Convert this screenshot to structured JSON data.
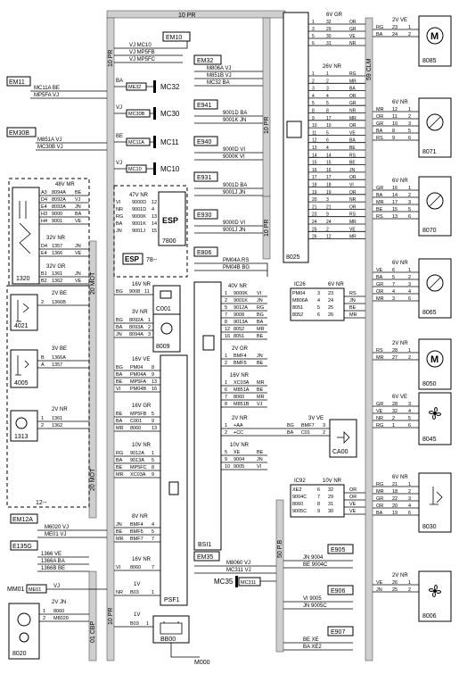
{
  "buses": {
    "top": "10 PR",
    "left_upper": "10 PR",
    "left_mid": "20 MOT",
    "left_low": "20 MOT",
    "left_bottom": "10 PR",
    "mid_right1": "10 PR",
    "mid_right2": "10 PR",
    "right": "59 CLM"
  },
  "connectors": {
    "em10": {
      "id": "EM10",
      "wires": [
        "VJ  MC10",
        "VJ  MP5FB",
        "VJ  MP5FC"
      ]
    },
    "em32": {
      "id": "EM32",
      "wires": [
        "M806A VJ",
        "M851B VJ",
        "MC32 BA"
      ]
    },
    "em11": {
      "id": "EM11",
      "wires": [
        "MC11A BE",
        "MP5FA VJ"
      ]
    },
    "e941": {
      "id": "E941",
      "wires": [
        "9001D BA",
        "9001K JN"
      ]
    },
    "e940": {
      "id": "E940",
      "wires": [
        "9000D VI",
        "9000K VI"
      ]
    },
    "em30b": {
      "id": "EM30B",
      "wires": [
        "M851A VJ",
        "MC30B VJ"
      ]
    },
    "e931": {
      "id": "E931",
      "wires": [
        "9001D BA",
        "9001J JN"
      ]
    },
    "e930": {
      "id": "E930",
      "wires": [
        "9000D VI",
        "9001J JN"
      ]
    },
    "e806": {
      "id": "E806",
      "wires": [
        "PM04A RS",
        "PM04B BG"
      ]
    },
    "em12a": {
      "id": "EM12A",
      "wires": [
        "M6020 VJ",
        "ME01 VJ"
      ]
    },
    "e135g": {
      "id": "E135G",
      "wires": [
        "1366  VE",
        "1366A BA",
        "1366B BE"
      ]
    },
    "em35": {
      "id": "EM35",
      "wires": [
        "M8060 VJ",
        "MC311 VJ"
      ]
    },
    "e905": {
      "id": "E905",
      "wires": [
        "JN   9004",
        "BE   9004C"
      ]
    },
    "e906": {
      "id": "E906",
      "wires": [
        "VI   9005",
        "JN   9005C"
      ]
    },
    "e907": {
      "id": "E907",
      "wires": [
        "BE   XE",
        "BA   XE2"
      ]
    }
  },
  "splices": {
    "mc32": {
      "tag": "ME32",
      "label": "MC32",
      "wire": "BA"
    },
    "mc30": {
      "tag": "MC30B",
      "label": "MC30",
      "wire": "VJ"
    },
    "mc11": {
      "tag": "MC11A",
      "label": "MC11",
      "wire": "BE"
    },
    "mc10": {
      "tag": "MC10",
      "label": "MC10",
      "wire": "VJ"
    },
    "mc35": {
      "tag": "MC311",
      "label": "MC35"
    },
    "mm01": {
      "tag": "ME01",
      "label": "MM01",
      "wire": "VJ"
    },
    "m000": {
      "label": "M000"
    }
  },
  "esp": {
    "code": "7800",
    "header": "47V NR",
    "logo": "ESP",
    "sub_logo": "ESP",
    "sub_code": "78--",
    "pins": [
      {
        "n": "9000D",
        "p": "12",
        "c": "VI"
      },
      {
        "n": "9001D",
        "p": "4",
        "c": "NR"
      },
      {
        "n": "9000K",
        "p": "13",
        "c": "RG"
      },
      {
        "n": "9001K",
        "p": "14",
        "c": "BA"
      },
      {
        "n": "9001J",
        "p": "15",
        "c": "JN"
      }
    ]
  },
  "comp1320": {
    "code": "1320",
    "g1": {
      "header": "48V MR",
      "rows": [
        [
          "A3",
          "8094A",
          "BE"
        ],
        [
          "D4",
          "8092A",
          "VJ"
        ],
        [
          "E4",
          "8093A",
          "JN"
        ],
        [
          "H3",
          "9000",
          "BA"
        ],
        [
          "H4",
          "9001",
          "VE"
        ]
      ]
    },
    "g2": {
      "header": "32V NR",
      "rows": [
        [
          "D4",
          "1357",
          "JN"
        ],
        [
          "E4",
          "1366",
          "VE"
        ]
      ]
    },
    "g3": {
      "header": "32V GR",
      "rows": [
        [
          "B1",
          "1361",
          "JN"
        ],
        [
          "B2",
          "1362",
          "VE"
        ]
      ]
    }
  },
  "c001": {
    "code": "C001",
    "header": "16V NR",
    "rows": [
      [
        "BG",
        "9008",
        "11"
      ]
    ]
  },
  "c4021": {
    "code": "4021",
    "header": "2V BE",
    "rows": [
      [
        "",
        "1366B",
        "2"
      ]
    ]
  },
  "c8009": {
    "code": "8009",
    "header": "3V NR",
    "rows": [
      [
        "BG",
        "8092A",
        "1"
      ],
      [
        "BA",
        "8093A",
        "2"
      ],
      [
        "JN",
        "8094A",
        "3"
      ]
    ]
  },
  "c4005": {
    "code": "4005",
    "header": "3V BE",
    "rows": [
      [
        "",
        "1366A",
        "B"
      ],
      [
        "",
        "1357",
        "A"
      ]
    ]
  },
  "c1313": {
    "code": "1313",
    "header": "2V NR",
    "rows": [
      [
        "",
        "1361",
        "1"
      ],
      [
        "",
        "1362",
        "2"
      ]
    ]
  },
  "area12": "12--",
  "psf1": {
    "code": "PSF1",
    "g1": {
      "header": "16V VE",
      "rows": [
        [
          "BG",
          "PM04",
          "8"
        ],
        [
          "BA",
          "PM04A",
          "9"
        ],
        [
          "BE",
          "MP5FA",
          "13"
        ],
        [
          "VI",
          "PM04B",
          "16"
        ]
      ]
    },
    "g2": {
      "header": "16V GR",
      "rows": [
        [
          "BE",
          "MP5FB",
          "5"
        ],
        [
          "BA",
          "C001",
          "9"
        ],
        [
          "MR",
          "8060",
          "13"
        ]
      ]
    },
    "g3": {
      "header": "10V NR",
      "rows": [
        [
          "RG",
          "9012A",
          "1"
        ],
        [
          "BA",
          "9013A",
          "5"
        ],
        [
          "BE",
          "MP5FC",
          "8"
        ],
        [
          "MR",
          "XC03A",
          "9"
        ]
      ]
    },
    "g4": {
      "header": "8V NR",
      "rows": [
        [
          "JN",
          "BMF4",
          "4"
        ],
        [
          "BE",
          "BMF5",
          "5"
        ],
        [
          "MR",
          "BMF7",
          "7"
        ]
      ]
    },
    "g5": {
      "header": "16V NR",
      "rows": [
        [
          "VI",
          "8060",
          "7"
        ]
      ]
    },
    "g6": {
      "header": "1V",
      "rows": [
        [
          "NR",
          "B03",
          "1"
        ]
      ]
    }
  },
  "bsi1": {
    "code": "BSI1",
    "g1": {
      "header": "40V NR",
      "rows": [
        [
          "1",
          "9000K",
          "VI"
        ],
        [
          "2",
          "9001K",
          "JN"
        ],
        [
          "5",
          "9012A",
          "RG"
        ],
        [
          "7",
          "9008",
          "BG"
        ],
        [
          "8",
          "9013A",
          "BA"
        ],
        [
          "12",
          "8052",
          "MR"
        ],
        [
          "16",
          "8051",
          "BE"
        ]
      ]
    },
    "g2": {
      "header": "2V GR",
      "rows": [
        [
          "1",
          "BMF4",
          "JN"
        ],
        [
          "2",
          "BMF5",
          "BE"
        ]
      ]
    },
    "g3": {
      "header": "16V NR",
      "rows": [
        [
          "1",
          "XC03A",
          "MR"
        ],
        [
          "6",
          "M851A",
          "BE"
        ],
        [
          "7",
          "8060",
          "MR"
        ],
        [
          "8",
          "M851B",
          "VJ"
        ]
      ]
    },
    "g4": {
      "header": "2V NR",
      "rows": [
        [
          "1",
          "+AA",
          ""
        ],
        [
          "2",
          "+CC",
          ""
        ]
      ]
    },
    "g5": {
      "header": "10V NR",
      "rows": [
        [
          "5",
          "XE",
          "BE"
        ],
        [
          "9",
          "9004",
          "JN"
        ],
        [
          "10",
          "9005",
          "VI"
        ]
      ]
    }
  },
  "ic26": {
    "id": "IC26",
    "header": "6V NR",
    "rows": [
      [
        "PM04",
        "3",
        "23",
        "RS"
      ],
      [
        "M806A",
        "4",
        "24",
        "JN"
      ],
      [
        "8051",
        "5",
        "25",
        "BE"
      ],
      [
        "8052",
        "6",
        "26",
        "MR"
      ]
    ]
  },
  "ic92": {
    "id": "IC92",
    "header": "10V NR",
    "rows": [
      [
        "XE2",
        "6",
        "32",
        "OR"
      ],
      [
        "9004C",
        "7",
        "29",
        "OR"
      ],
      [
        "8060",
        "8",
        "31",
        "VE"
      ],
      [
        "9005C",
        "9",
        "30",
        "VE"
      ]
    ]
  },
  "ca00": {
    "code": "CA00",
    "header": "3V VE",
    "rows": [
      [
        "BG",
        "BMF7",
        "3"
      ],
      [
        "BA",
        "C01",
        "2"
      ]
    ]
  },
  "m8025": {
    "code": "8025",
    "g1": {
      "header": "6V GR",
      "rows": [
        [
          "1",
          "32",
          "OR"
        ],
        [
          "3",
          "29",
          "GR"
        ],
        [
          "5",
          "30",
          "VE"
        ],
        [
          "6",
          "31",
          "NR"
        ]
      ]
    },
    "g2": {
      "header": "26V NR",
      "rows": [
        [
          "1",
          "1",
          "RG"
        ],
        [
          "2",
          "2",
          "MR"
        ],
        [
          "3",
          "3",
          "BA"
        ],
        [
          "4",
          "4",
          "OR"
        ],
        [
          "5",
          "5",
          "GR"
        ],
        [
          "8",
          "8",
          "NR"
        ],
        [
          "9",
          "17",
          "MR"
        ],
        [
          "10",
          "10",
          "OR"
        ],
        [
          "11",
          "5",
          "VE"
        ],
        [
          "12",
          "6",
          "BA"
        ],
        [
          "13",
          "4",
          "BE"
        ],
        [
          "14",
          "14",
          "RS"
        ],
        [
          "15",
          "15",
          "BE"
        ],
        [
          "16",
          "16",
          "JN"
        ],
        [
          "17",
          "17",
          "OR"
        ],
        [
          "18",
          "18",
          "VI"
        ],
        [
          "19",
          "19",
          "OR"
        ],
        [
          "20",
          "3",
          "NR"
        ],
        [
          "21",
          "21",
          "OR"
        ],
        [
          "23",
          "9",
          "RS"
        ],
        [
          "24",
          "24",
          "MR"
        ],
        [
          "25",
          "2",
          "VE"
        ],
        [
          "26",
          "12",
          "MR"
        ]
      ]
    }
  },
  "m8085": {
    "code": "8085",
    "header": "2V VE",
    "rows": [
      [
        "RG",
        "23",
        "1"
      ],
      [
        "BA",
        "24",
        "2"
      ]
    ]
  },
  "m8071": {
    "code": "8071",
    "header": "6V NR",
    "rows": [
      [
        "MR",
        "12",
        "1"
      ],
      [
        "OR",
        "11",
        "2"
      ],
      [
        "GR",
        "10",
        "3"
      ],
      [
        "BA",
        "8",
        "5"
      ],
      [
        "RS",
        "9",
        "6"
      ]
    ]
  },
  "m8070": {
    "code": "8070",
    "header": "6V NR",
    "rows": [
      [
        "GR",
        "16",
        "1"
      ],
      [
        "BA",
        "14",
        "2"
      ],
      [
        "MR",
        "17",
        "3"
      ],
      [
        "BE",
        "15",
        "5"
      ],
      [
        "RS",
        "13",
        "6"
      ]
    ]
  },
  "m8065": {
    "code": "8065",
    "header": "6V NR",
    "rows": [
      [
        "VE",
        "6",
        "1"
      ],
      [
        "BA",
        "5",
        "2"
      ],
      [
        "GR",
        "7",
        "3"
      ],
      [
        "OR",
        "4",
        "4"
      ],
      [
        "MR",
        "3",
        "6"
      ]
    ]
  },
  "m8050": {
    "code": "8050",
    "header": "2V NR",
    "rows": [
      [
        "RS",
        "28",
        "1"
      ],
      [
        "MR",
        "27",
        "2"
      ]
    ]
  },
  "m8045": {
    "code": "8045",
    "header": "6V VE",
    "rows": [
      [
        "GR",
        "28",
        "3"
      ],
      [
        "VE",
        "32",
        "4"
      ],
      [
        "NR",
        "2",
        "5"
      ],
      [
        "RG",
        "1",
        "6"
      ]
    ]
  },
  "m8030": {
    "code": "8030",
    "header": "6V NR",
    "rows": [
      [
        "RG",
        "21",
        "1"
      ],
      [
        "MR",
        "18",
        "2"
      ],
      [
        "GR",
        "22",
        "3"
      ],
      [
        "OR",
        "20",
        "4"
      ],
      [
        "BA",
        "19",
        "6"
      ]
    ]
  },
  "m8006": {
    "code": "8006",
    "header": "2V NR",
    "rows": [
      [
        "VE",
        "26",
        "1"
      ],
      [
        "JN",
        "25",
        "2"
      ]
    ]
  },
  "m8020": {
    "code": "8020",
    "header": "2V JN",
    "rows": [
      [
        "",
        "8060",
        "1"
      ],
      [
        "",
        "M8020",
        "2"
      ]
    ]
  },
  "battery": {
    "code": "BB00",
    "header": "1V",
    "rows": [
      [
        "",
        "B03",
        "1"
      ]
    ]
  },
  "small_bus": "01 CBP",
  "bus_50pb": "50 P.B"
}
